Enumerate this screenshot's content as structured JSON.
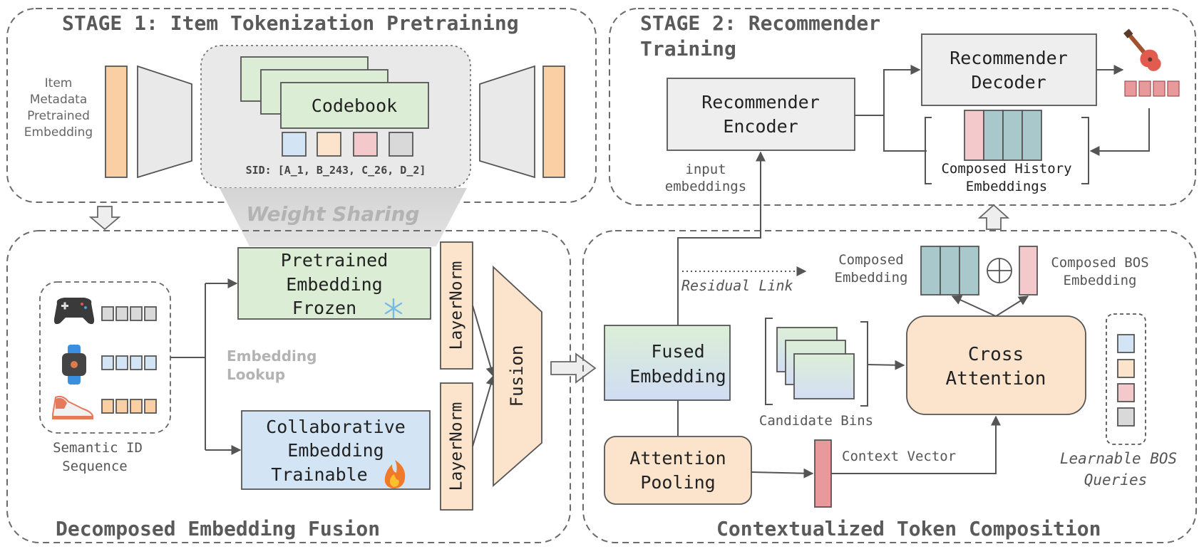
{
  "stage1": {
    "title": "STAGE 1: Item Tokenization Pretraining",
    "input_label": [
      "Item",
      "Metadata",
      "Pretrained",
      "Embedding"
    ],
    "codebook": "Codebook",
    "sid": "SID: [A_1, B_243, C_26, D_2]"
  },
  "weight_sharing": "Weight Sharing",
  "stage2": {
    "title_line1": "STAGE 2: Recommender",
    "title_line2": "Training",
    "encoder": [
      "Recommender",
      "Encoder"
    ],
    "decoder": [
      "Recommender",
      "Decoder"
    ],
    "input_embeddings": [
      "input",
      "embeddings"
    ],
    "composed_history": [
      "Composed History",
      "Embeddings"
    ]
  },
  "fusion": {
    "title": "Decomposed Embedding Fusion",
    "semantic_id": [
      "Semantic ID",
      "Sequence"
    ],
    "embedding_lookup": [
      "Embedding",
      "Lookup"
    ],
    "pretrained": [
      "Pretrained",
      "Embedding",
      "Frozen"
    ],
    "collaborative": [
      "Collaborative",
      "Embedding",
      "Trainable"
    ],
    "layernorm": "LayerNorm",
    "fusion_label": "Fusion"
  },
  "composition": {
    "title": "Contextualized Token Composition",
    "residual_link": "Residual Link",
    "composed_embedding": [
      "Composed",
      "Embedding"
    ],
    "composed_bos": [
      "Composed BOS",
      "Embedding"
    ],
    "fused_embedding": [
      "Fused",
      "Embedding"
    ],
    "candidate_bins": "Candidate Bins",
    "cross_attention": [
      "Cross",
      "Attention"
    ],
    "attention_pooling": [
      "Attention",
      "Pooling"
    ],
    "context_vector": "Context Vector",
    "learnable_bos": [
      "Learnable BOS",
      "Queries"
    ]
  },
  "icons": [
    "gamepad-icon",
    "smartwatch-icon",
    "sneaker-icon",
    "guitar-icon",
    "snowflake-icon",
    "fire-icon",
    "oplus-icon"
  ],
  "colors": {
    "orange": "#f9cfa3",
    "green": "#dcedd5",
    "blue": "#d3e4f4",
    "pink": "#f4c9cb",
    "gray": "#d9d9d9",
    "teal": "#a9c8cc",
    "red_token": "#e8999b",
    "peach": "#fbe3cc"
  }
}
